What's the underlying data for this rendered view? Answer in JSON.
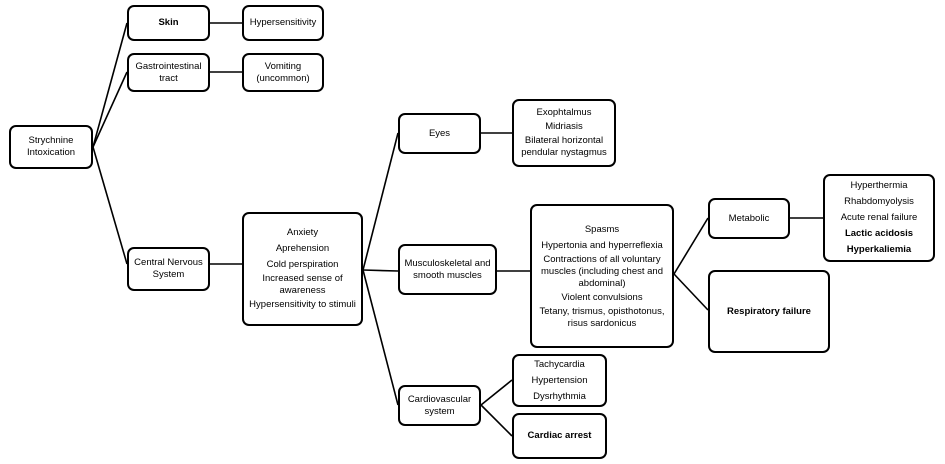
{
  "nodes": {
    "root": [
      "Strychnine",
      "Intoxication"
    ],
    "skin": [
      "Skin"
    ],
    "skin_effect": [
      "Hypersensitivity"
    ],
    "gi": [
      "Gastrointestinal",
      "tract"
    ],
    "gi_effect": [
      "Vomiting",
      "(uncommon)"
    ],
    "cns": [
      "Central Nervous",
      "System"
    ],
    "cns_effects": [
      "Anxiety",
      "Aprehension",
      "Cold perspiration",
      "Increased sense of",
      "awareness",
      "Hypersensitivity to stimuli"
    ],
    "eyes": [
      "Eyes"
    ],
    "eyes_effects": [
      "Exophtalmus",
      "Midriasis",
      "Bilateral horizontal",
      "pendular nystagmus"
    ],
    "musc": [
      "Musculoskeletal and",
      "smooth muscles"
    ],
    "musc_effects": [
      "Spasms",
      "Hypertonia and hyperreflexia",
      "Contractions of all voluntary",
      "muscles (including chest and",
      "abdominal)",
      "Violent convulsions",
      "Tetany, trismus, opisthotonus,",
      "risus sardonicus"
    ],
    "metabolic": [
      "Metabolic"
    ],
    "metabolic_effects": [
      "Hyperthermia",
      "Rhabdomyolysis",
      "Acute renal failure",
      "Lactic acidosis",
      "Hyperkaliemia"
    ],
    "respiratory": [
      "Respiratory failure"
    ],
    "cardio": [
      "Cardiovascular",
      "system"
    ],
    "cardio_effects": [
      "Tachycardia",
      "Hypertension",
      "Dysrhythmia"
    ],
    "cardiac_arrest": [
      "Cardiac arrest"
    ]
  }
}
